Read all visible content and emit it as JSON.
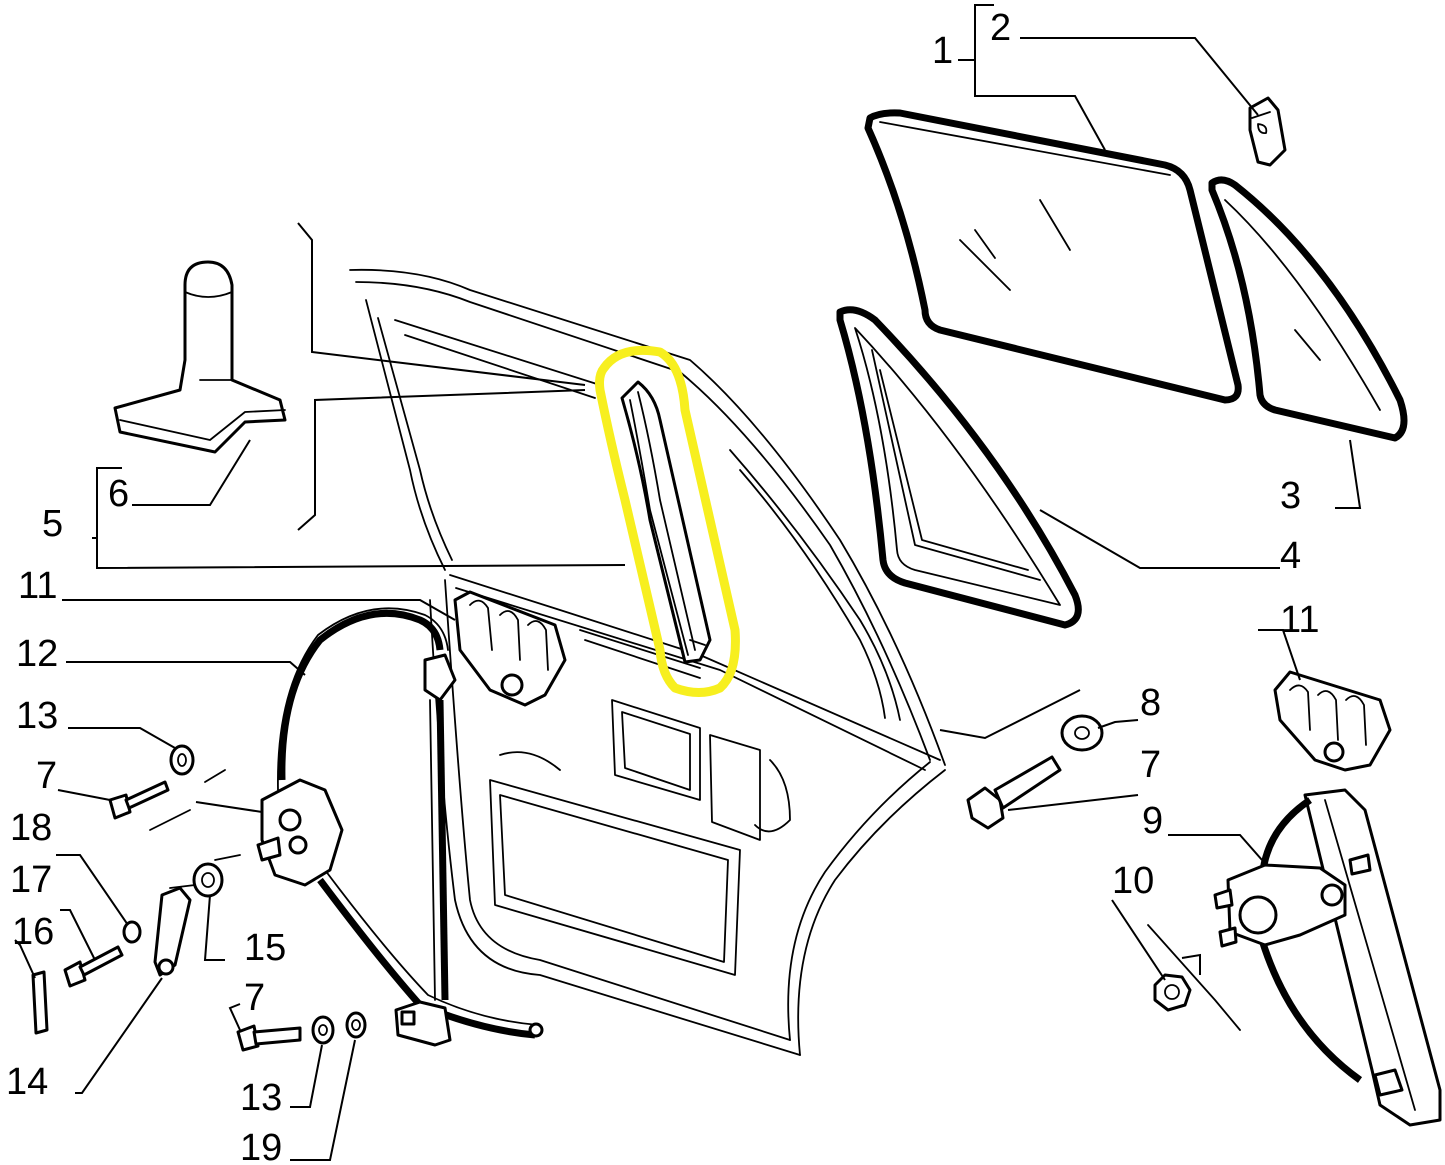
{
  "diagram": {
    "callouts": [
      {
        "id": "c1",
        "label": "1"
      },
      {
        "id": "c2",
        "label": "2"
      },
      {
        "id": "c3",
        "label": "3"
      },
      {
        "id": "c4",
        "label": "4"
      },
      {
        "id": "c5",
        "label": "5"
      },
      {
        "id": "c6",
        "label": "6"
      },
      {
        "id": "c7a",
        "label": "7"
      },
      {
        "id": "c7b",
        "label": "7"
      },
      {
        "id": "c7c",
        "label": "7"
      },
      {
        "id": "c8",
        "label": "8"
      },
      {
        "id": "c9",
        "label": "9"
      },
      {
        "id": "c10",
        "label": "10"
      },
      {
        "id": "c11a",
        "label": "11"
      },
      {
        "id": "c11b",
        "label": "11"
      },
      {
        "id": "c12",
        "label": "12"
      },
      {
        "id": "c13a",
        "label": "13"
      },
      {
        "id": "c13b",
        "label": "13"
      },
      {
        "id": "c14",
        "label": "14"
      },
      {
        "id": "c15",
        "label": "15"
      },
      {
        "id": "c16",
        "label": "16"
      },
      {
        "id": "c17",
        "label": "17"
      },
      {
        "id": "c18",
        "label": "18"
      },
      {
        "id": "c19",
        "label": "19"
      }
    ],
    "highlight_color": "#f7ef1f",
    "highlighted_part": "5"
  }
}
